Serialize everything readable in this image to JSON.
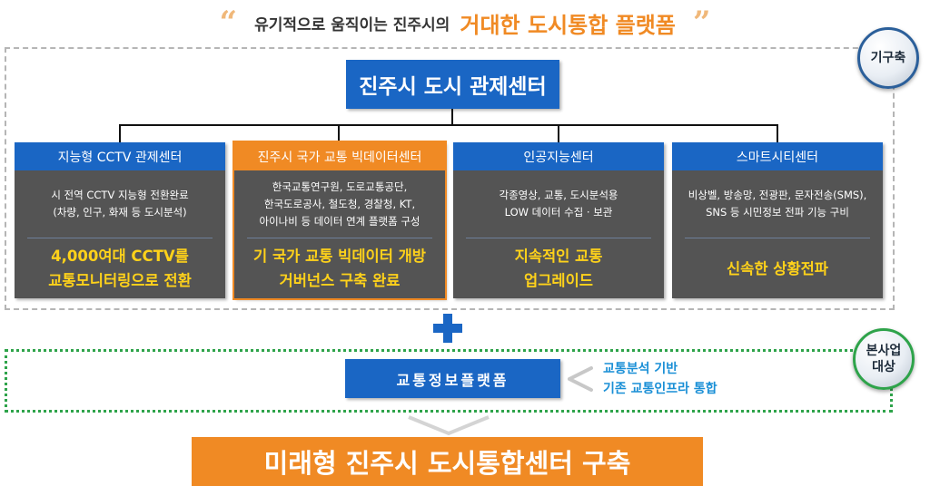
{
  "headline": {
    "open_quote": "“",
    "prefix": "유기적으로 움직이는 진주시의",
    "emphasis": "거대한 도시통합 플랫폼",
    "close_quote": "”"
  },
  "badges": {
    "existing": "기구축",
    "project_line1": "본사업",
    "project_line2": "대상"
  },
  "center": {
    "title": "진주시 도시 관제센터"
  },
  "cards": [
    {
      "head": "지능형 CCTV 관제센터",
      "body": [
        "시 전역 CCTV 지능형 전환완료",
        "(차량, 인구, 화재 등 도시분석)"
      ],
      "highlight": [
        "4,000여대 CCTV를",
        "교통모니터링으로 전환"
      ],
      "accent": "blue"
    },
    {
      "head": "진주시 국가 교통 빅데이터센터",
      "body": [
        "한국교통연구원, 도로교통공단,",
        "한국도로공사, 철도청, 경찰청, KT,",
        "아이나비 등 데이터 연계 플랫폼 구성"
      ],
      "highlight": [
        "기 국가 교통 빅데이터 개방",
        "거버넌스 구축 완료"
      ],
      "accent": "orange"
    },
    {
      "head": "인공지능센터",
      "body": [
        "각종영상, 교통, 도시분석용",
        "LOW 데이터 수집 · 보관"
      ],
      "highlight": [
        "지속적인 교통",
        "업그레이드"
      ],
      "accent": "blue"
    },
    {
      "head": "스마트시티센터",
      "body": [
        "비상벨, 방송망, 전광판, 문자전송(SMS),",
        "SNS 등 시민정보 전파 기능 구비"
      ],
      "highlight": [
        "신속한 상황전파"
      ],
      "accent": "blue"
    }
  ],
  "traffic": {
    "title": "교통정보플랫폼",
    "side_lines": [
      "교통분석 기반",
      "기존 교통인프라 통합"
    ]
  },
  "final": {
    "title": "미래형 진주시 도시통합센터 구축"
  },
  "colors": {
    "blue": "#1a66c4",
    "orange": "#f08a24",
    "card_bg": "#545454",
    "highlight": "#ffd21a",
    "green": "#2ea34a"
  }
}
